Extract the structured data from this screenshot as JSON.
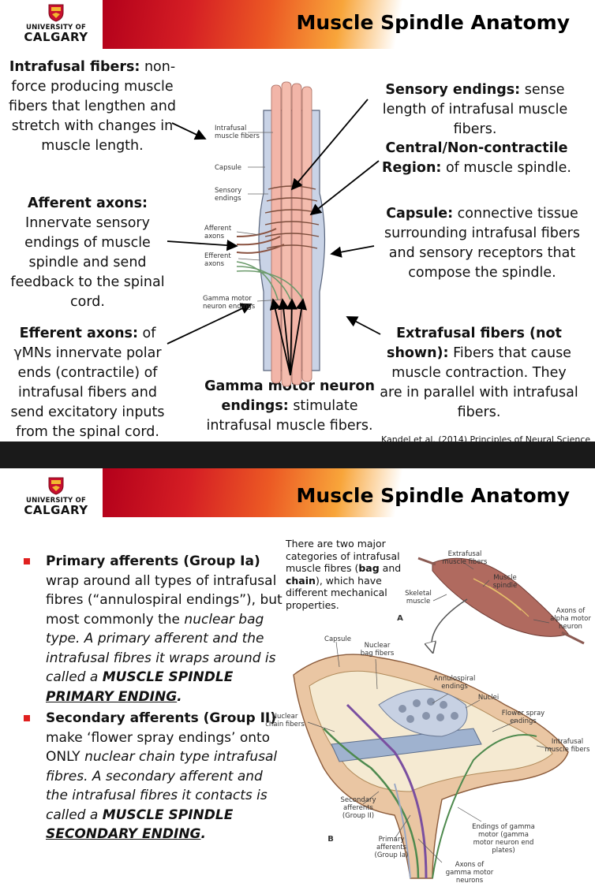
{
  "slide1": {
    "title": "Muscle Spindle Anatomy",
    "logo": {
      "university": "UNIVERSITY OF",
      "name": "CALGARY"
    },
    "callouts": {
      "intrafusal_term": "Intrafusal fibers:",
      "intrafusal_rest": " non-force producing muscle fibers that lengthen and stretch with changes in muscle length.",
      "afferent_term": "Afferent axons:",
      "afferent_rest": " Innervate sensory endings of muscle spindle and send feedback to the spinal cord.",
      "efferent_term": "Efferent axons:",
      "efferent_rest": " of γMNs innervate polar ends (contractile) of intrafusal fibers and send excitatory inputs from the spinal cord.",
      "gamma_term": "Gamma motor neuron endings:",
      "gamma_rest": " stimulate intrafusal muscle fibers.",
      "sensory_term": "Sensory endings:",
      "sensory_rest": " sense length of intrafusal muscle fibers.",
      "central_term": "Central/Non-contractile Region:",
      "central_rest": " of muscle spindle.",
      "capsule_term": "Capsule:",
      "capsule_rest": " connective tissue surrounding intrafusal fibers and sensory receptors that compose the spindle.",
      "extrafusal_term": "Extrafusal fibers (not shown):",
      "extrafusal_rest": " Fibers that cause muscle contraction. They are in parallel with intrafusal fibers."
    },
    "diagram_labels": {
      "intrafusal": "Intrafusal muscle fibers",
      "capsule": "Capsule",
      "sensory": "Sensory endings",
      "afferent": "Afferent axons",
      "efferent": "Efferent axons",
      "gamma": "Gamma motor neuron endings"
    },
    "credit": "Kandel et al. (2014) Principles of Neural Science"
  },
  "slide2": {
    "title": "Muscle Spindle Anatomy",
    "logo": {
      "university": "UNIVERSITY OF",
      "name": "CALGARY"
    },
    "bullet1": {
      "term": "Primary afferents (Group Ia)",
      "text1": " wrap around all types of intrafusal fibres (“annulospiral endings”), but most commonly the ",
      "italic1": "nuclear bag type. A primary afferent and the intrafusal fibres it wraps around is called a ",
      "strong1": "MUSCLE SPINDLE ",
      "strong2": "PRIMARY ENDING",
      "end": "."
    },
    "bullet2": {
      "term": "Secondary afferents (Group II)",
      "text1": " make ‘flower spray endings’ onto ONLY ",
      "italic1": "nuclear chain type intrafusal fibres. A secondary afferent and the intrafusal fibres it contacts is called a ",
      "strong1": "MUSCLE SPINDLE ",
      "strong2": "SECONDARY ENDING",
      "end": "."
    },
    "note": {
      "t1": "There are two major categories of intrafusal muscle fibres (",
      "b1": "bag",
      "t2": " and ",
      "b2": "chain",
      "t3": "), which have different mechanical properties."
    },
    "figure_labels": {
      "extrafusal": "Extrafusal muscle fibers",
      "muscle_spindle": "Muscle spindle",
      "skeletal_muscle": "Skeletal muscle",
      "alpha_axons": "Axons of alpha motor neuron",
      "panel_a": "A",
      "capsule": "Capsule",
      "bag_fibers": "Nuclear bag fibers",
      "annulospiral": "Annulospiral endings",
      "nuclei": "Nuclei",
      "flower_spray": "Flower spray endings",
      "chain_fibers": "Nuclear chain fibers",
      "intrafusal": "Intrafusal muscle fibers",
      "secondary": "Secondary afferents (Group II)",
      "gamma_endings": "Endings of gamma motor (gamma motor neuron end plates)",
      "panel_b": "B",
      "primary": "Primary afferents (Group Ia)",
      "gamma_axons": "Axons of gamma motor neurons"
    }
  }
}
